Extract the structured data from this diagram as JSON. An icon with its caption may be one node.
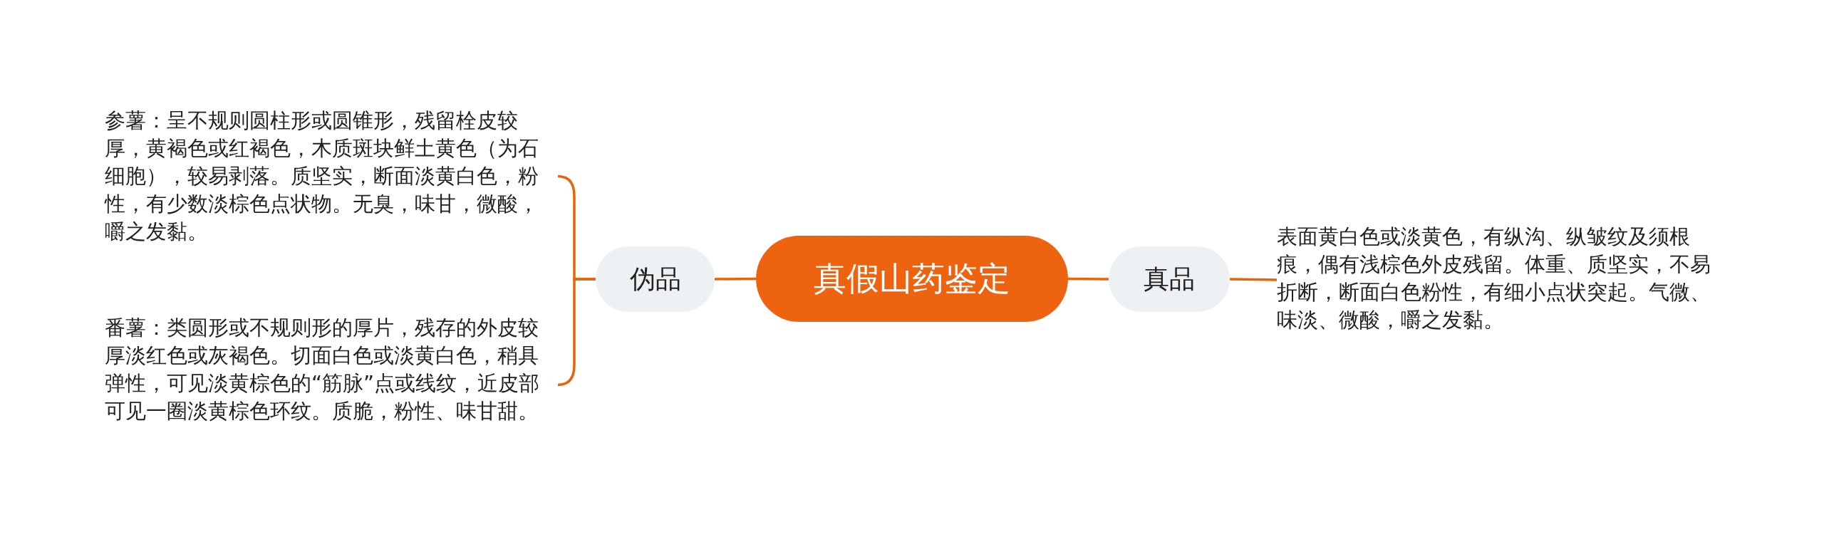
{
  "diagram": {
    "nodes": [
      {
        "text": [
          "真假山药鉴定"
        ]
      },
      {
        "text": [
          "伪品"
        ]
      },
      {
        "text": [
          "真品"
        ]
      },
      {
        "text": [
          "参薯：呈不规则圆柱形或圆锥形，残留栓皮较厚，黄褐色或红褐色，木质斑块鲜土黄色（为石细胞），较易剥落。质坚实，断面淡黄白色，粉性，有少数淡棕色点状物。无臭，味甘，微酸，嚼之发黏。"
        ]
      },
      {
        "text": [
          "番薯：类圆形或不规则形的厚片，残存的外皮较厚淡红色或灰褐色。切面白色或淡黄白色，稍具弹性，可见淡黄棕色的“筋脉”点或线纹，近皮部可见一圈淡黄棕色环纹。质脆，粉性、味甘甜。"
        ]
      },
      {
        "text": [
          "表面黄白色或淡黄色，有纵沟、纵皱纹及须根痕，偶有浅棕色外皮残留。体重、质坚实，不易折断，断面白色粉性，有细小点状突起。气微、味淡、微酸，嚼之发黏。"
        ]
      }
    ],
    "edges": [
      {
        "from": 0,
        "to": 1,
        "arrow": "none"
      },
      {
        "from": 0,
        "to": 2,
        "arrow": "none"
      },
      {
        "from": 1,
        "to": 3,
        "arrow": "none"
      },
      {
        "from": 1,
        "to": 4,
        "arrow": "none"
      },
      {
        "from": 2,
        "to": 5,
        "arrow": "none"
      }
    ]
  }
}
